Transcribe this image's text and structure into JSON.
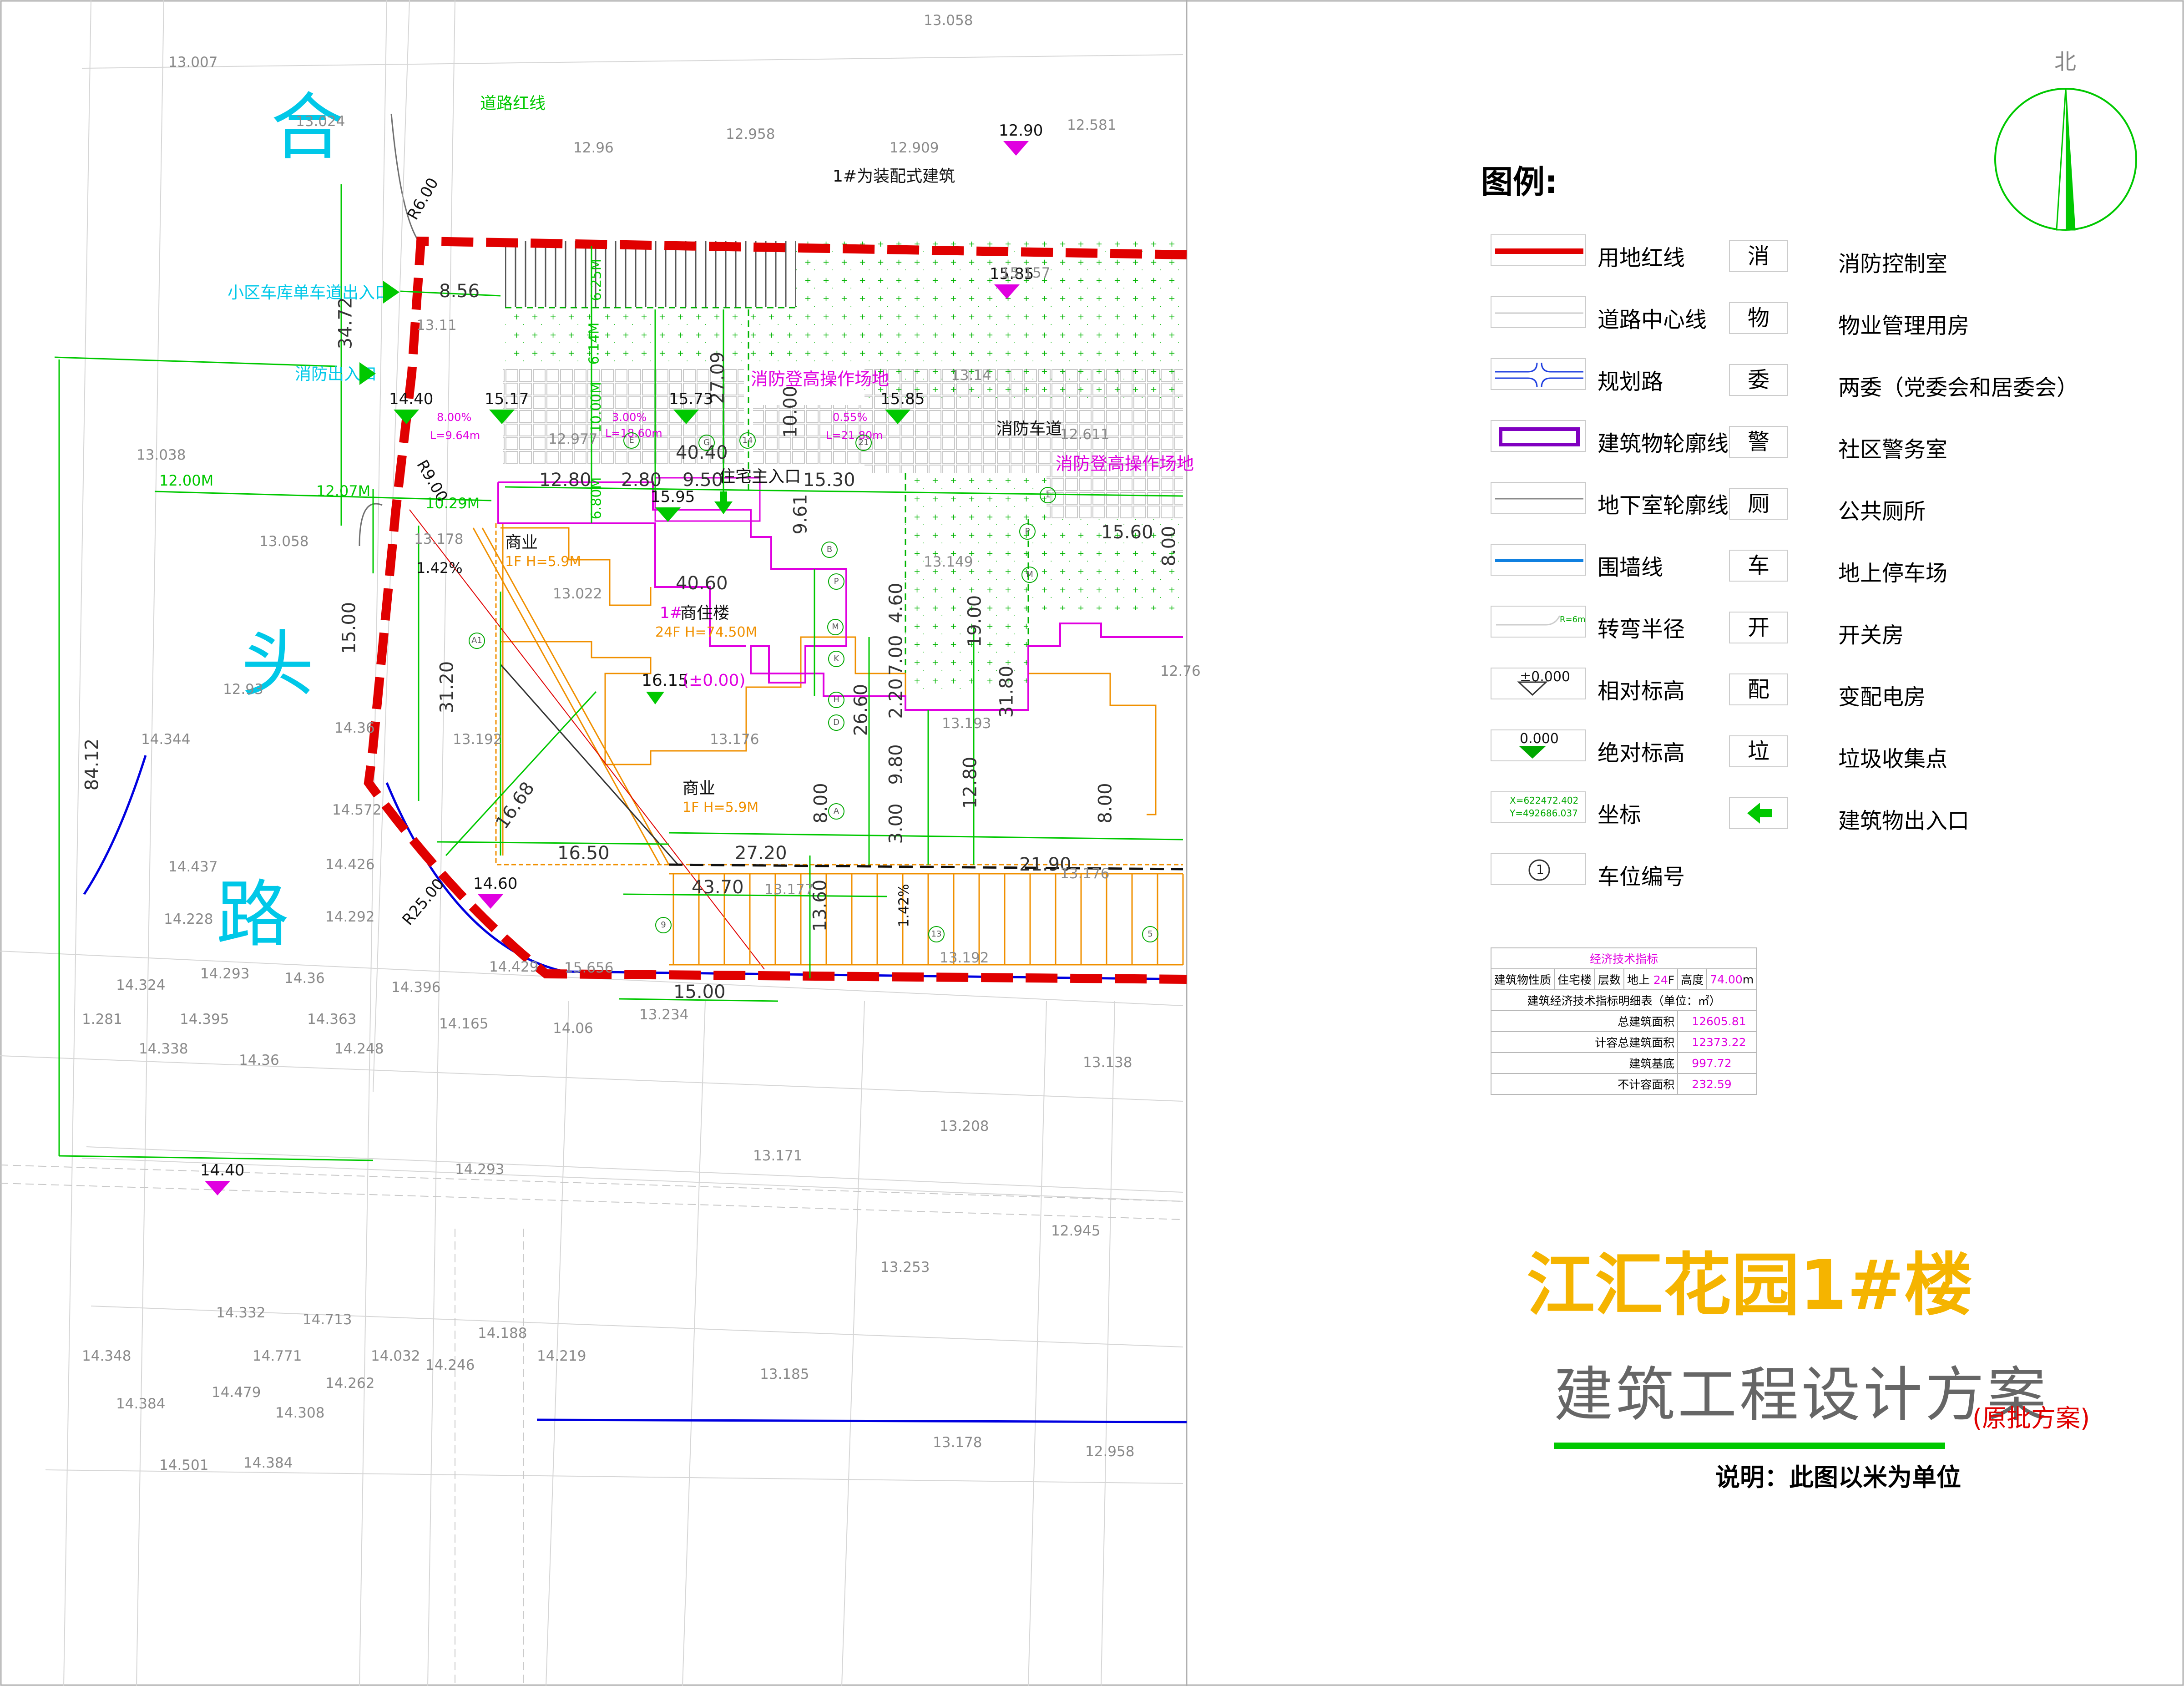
{
  "legend": {
    "title": "图例:",
    "left_items": [
      {
        "label": "用地红线",
        "swatch": "red-line"
      },
      {
        "label": "道路中心线",
        "swatch": "center-line"
      },
      {
        "label": "规划路",
        "swatch": "planned-road"
      },
      {
        "label": "建筑物轮廓线",
        "swatch": "building-outline"
      },
      {
        "label": "地下室轮廓线",
        "swatch": "basement-outline"
      },
      {
        "label": "围墙线",
        "swatch": "wall-line"
      },
      {
        "label": "转弯半径",
        "swatch": "turn-radius",
        "sample_text": "R=6m"
      },
      {
        "label": "相对标高",
        "swatch": "relative-elevation",
        "sample_text": "±0.000"
      },
      {
        "label": "绝对标高",
        "swatch": "absolute-elevation",
        "sample_text": "0.000"
      },
      {
        "label": "坐标",
        "swatch": "coordinate",
        "sample_text": [
          "X=622472.402",
          "Y=492686.037"
        ]
      },
      {
        "label": "车位编号",
        "swatch": "parking-number",
        "sample_text": "1"
      }
    ],
    "right_items": [
      {
        "char": "消",
        "label": "消防控制室"
      },
      {
        "char": "物",
        "label": "物业管理用房"
      },
      {
        "char": "委",
        "label": "两委（党委会和居委会）"
      },
      {
        "char": "警",
        "label": "社区警务室"
      },
      {
        "char": "厕",
        "label": "公共厕所"
      },
      {
        "char": "车",
        "label": "地上停车场"
      },
      {
        "char": "开",
        "label": "开关房"
      },
      {
        "char": "配",
        "label": "变配电房"
      },
      {
        "char": "垃",
        "label": "垃圾收集点"
      },
      {
        "char": "arrow",
        "label": "建筑物出入口"
      }
    ]
  },
  "north": {
    "label": "北"
  },
  "econ_table": {
    "title": "经济技术指标",
    "row1": {
      "nature_label": "建筑物性质",
      "nature_value": "住宅楼",
      "floors_label": "层数",
      "above_label": "地上",
      "above_value": "24",
      "above_unit": "F",
      "height_label": "高度",
      "height_value": "74.00",
      "height_unit": "m"
    },
    "detail_title": "建筑经济技术指标明细表（单位：㎡）",
    "rows": [
      {
        "label": "总建筑面积",
        "value": "12605.81"
      },
      {
        "label": "计容总建筑面积",
        "value": "12373.22"
      },
      {
        "label": "建筑基底",
        "value": "997.72"
      },
      {
        "label": "不计容面积",
        "value": "232.59"
      }
    ]
  },
  "title_block": {
    "project": "江汇花园1#楼",
    "subtitle": "建筑工程设计方案",
    "tag": "(原批方案)",
    "note": "说明：此图以米为单位"
  },
  "colors": {
    "red_line": "#e00000",
    "cyan": "#00c8e8",
    "magenta": "#e000e0",
    "green": "#00c800",
    "orange": "#f09000",
    "blue": "#0000e0",
    "title_orange": "#f5b400",
    "purple": "#8000c0"
  },
  "map": {
    "road_name": [
      "合",
      "头",
      "路"
    ],
    "road_red_line": "道路红线",
    "prefab_note": "1#为装配式建筑",
    "garage_entrance": "小区车库单车道出入口",
    "fire_exit": "消防出入口",
    "fire_zone_1": "消防登高操作场地",
    "fire_zone_2": "消防登高操作场地",
    "fire_lane": "消防车道",
    "main_entrance": "住宅主入口",
    "commerce_top": "商业",
    "commerce_top_h": "1F H=5.9M",
    "building_no": "1#",
    "building_type": "商住楼",
    "building_floors": "24F H=74.50M",
    "building_elev": "16.15",
    "building_elev_rel": "(±0.00)",
    "commerce_bottom": "商业",
    "commerce_bottom_h": "1F H=5.9M",
    "radius_r6": "R6.00",
    "radius_r9": "R9.00",
    "radius_r25": "R25.00",
    "slope_a": "8.00%",
    "slope_a_len": "L=9.64m",
    "slope_b": "3.00%",
    "slope_b_len": "L=18.60m",
    "slope_c": "0.55%",
    "slope_c_len": "L=21.80m",
    "grade_1": "1.42%",
    "grade_2": "1.42%",
    "dims": [
      "8.56",
      "34.72",
      "12.00M",
      "12.07M",
      "10.29M",
      "6.80M",
      "10.00M",
      "6.14M",
      "6.25M",
      "27.09",
      "10.00",
      "40.40",
      "12.80",
      "2.80",
      "9.50",
      "15.30",
      "9.61",
      "40.60",
      "4.60",
      "7.00",
      "2.20",
      "26.60",
      "9.80",
      "3.00",
      "8.00",
      "19.00",
      "31.80",
      "12.80",
      "8.00",
      "15.60",
      "8.00",
      "15.00",
      "31.20",
      "16.68",
      "16.50",
      "27.20",
      "43.70",
      "21.90",
      "13.60",
      "15.00",
      "84.12"
    ],
    "abs_elevations": [
      "12.90",
      "15.85",
      "14.40",
      "15.17",
      "15.73",
      "15.85",
      "15.95",
      "14.60",
      "14.40"
    ],
    "survey_spots": [
      "13.058",
      "13.007",
      "13.024",
      "12.96",
      "12.958",
      "12.909",
      "12.581",
      "15.157",
      "13.11",
      "13.14",
      "13.038",
      "12.977",
      "12.611",
      "13.178",
      "13.058",
      "13.022",
      "13.149",
      "12.93",
      "14.36",
      "14.344",
      "13.192",
      "13.176",
      "13.193",
      "14.572",
      "14.437",
      "14.426",
      "14.228",
      "14.292",
      "13.177",
      "13.176",
      "14.293",
      "14.36",
      "14.429",
      "15.656",
      "13.192",
      "14.324",
      "14.395",
      "14.363",
      "14.396",
      "14.338",
      "14.248",
      "14.165",
      "14.06",
      "13.234",
      "14.36",
      "13.138",
      "13.208",
      "14.293",
      "13.171",
      "12.945",
      "13.253",
      "14.332",
      "14.713",
      "14.188",
      "14.348",
      "14.771",
      "14.032",
      "14.246",
      "14.219",
      "14.479",
      "14.262",
      "13.185",
      "14.384",
      "14.308",
      "13.178",
      "12.958",
      "14.501",
      "14.384",
      "1.281",
      "12.76"
    ],
    "parking_numbers": [
      "14",
      "21",
      "1",
      "5",
      "9",
      "13"
    ],
    "axis_labels": [
      "B",
      "P",
      "M",
      "K",
      "H",
      "D",
      "A",
      "A1",
      "E",
      "G",
      "P",
      "M"
    ]
  }
}
